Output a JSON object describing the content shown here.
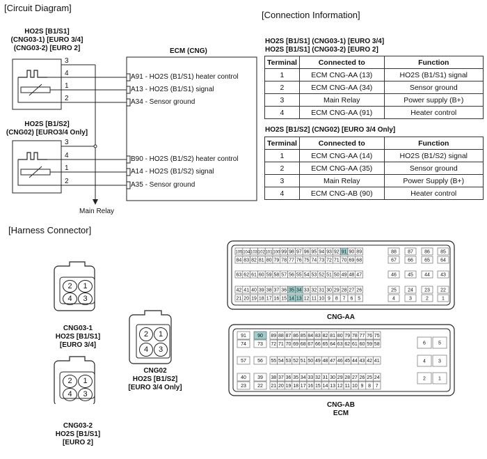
{
  "sections": {
    "circuit": "[Circuit Diagram]",
    "connection": "[Connection Information]",
    "harness": "[Harness Connector]"
  },
  "circuit": {
    "sensor1_label": [
      "HO2S [B1/S1]",
      "(CNG03-1) [EURO 3/4]",
      "(CNG03-2) [EURO 2]"
    ],
    "sensor2_label": [
      "HO2S [B1/S2]",
      "(CNG02) [EURO3/4 Only]"
    ],
    "ecm_title": "ECM (CNG)",
    "sensor1_pins": [
      "3",
      "4",
      "1",
      "2"
    ],
    "sensor2_pins": [
      "3",
      "4",
      "1",
      "2"
    ],
    "ecm_pins_s1": [
      {
        "pin": "A91",
        "desc": " - HO2S (B1/S1) heater control"
      },
      {
        "pin": "A13",
        "desc": " - HO2S (B1/S1) signal"
      },
      {
        "pin": "A34",
        "desc": " - Sensor ground"
      }
    ],
    "ecm_pins_s2": [
      {
        "pin": "B90",
        "desc": " - HO2S (B1/S2) heater control"
      },
      {
        "pin": "A14",
        "desc": " - HO2S (B1/S2) signal"
      },
      {
        "pin": "A35",
        "desc": " - Sensor ground"
      }
    ],
    "main_relay": "Main Relay"
  },
  "connection": {
    "table1": {
      "title": [
        "HO2S [B1/S1] (CNG03-1) [EURO 3/4]",
        "HO2S [B1/S1] (CNG03-2) [EURO 2]"
      ],
      "headers": [
        "Terminal",
        "Connected to",
        "Function"
      ],
      "rows": [
        [
          "1",
          "ECM CNG-AA (13)",
          "HO2S (B1/S1) signal"
        ],
        [
          "2",
          "ECM CNG-AA (34)",
          "Sensor ground"
        ],
        [
          "3",
          "Main Relay",
          "Power supply (B+)"
        ],
        [
          "4",
          "ECM CNG-AA (91)",
          "Heater control"
        ]
      ]
    },
    "table2": {
      "title": "HO2S [B1/S2] (CNG02) [EURO 3/4 Only]",
      "headers": [
        "Terminal",
        "Connected to",
        "Function"
      ],
      "rows": [
        [
          "1",
          "ECM CNG-AA (14)",
          "HO2S (B1/S2) signal"
        ],
        [
          "2",
          "ECM CNG-AA (35)",
          "Sensor ground"
        ],
        [
          "3",
          "Main Relay",
          "Power Supply (B+)"
        ],
        [
          "4",
          "ECM CNG-AB (90)",
          "Heater control"
        ]
      ]
    }
  },
  "harness": {
    "cng031": {
      "pins": [
        "2",
        "1",
        "4",
        "3"
      ],
      "label": [
        "CNG03-1",
        "HO2S [B1/S1]",
        "[EURO 3/4]"
      ]
    },
    "cng032": {
      "pins": [
        "2",
        "1",
        "4",
        "3"
      ],
      "label": [
        "CNG03-2",
        "HO2S [B1/S1]",
        "[EURO 2]"
      ]
    },
    "cng02": {
      "pins": [
        "2",
        "1",
        "4",
        "3"
      ],
      "label": [
        "CNG02",
        "HO2S [B1/S2]",
        "[EURO 3/4 Only]"
      ]
    },
    "aa_label": "CNG-AA",
    "ab_label": [
      "CNG-AB",
      "ECM"
    ],
    "highlight_color": "#9ecfcf",
    "aa_rows": [
      [
        "105",
        "104",
        "103",
        "102",
        "101",
        "100",
        "99",
        "98",
        "97",
        "96",
        "95",
        "94",
        "93",
        "92",
        "91",
        "90",
        "89"
      ],
      [
        "84",
        "83",
        "82",
        "81",
        "80",
        "79",
        "78",
        "77",
        "76",
        "75",
        "74",
        "73",
        "72",
        "71",
        "70",
        "69",
        "68"
      ],
      [
        "63",
        "62",
        "61",
        "60",
        "59",
        "58",
        "57",
        "56",
        "55",
        "54",
        "53",
        "52",
        "51",
        "50",
        "49",
        "48",
        "47"
      ],
      [
        "42",
        "41",
        "40",
        "39",
        "38",
        "37",
        "36",
        "35",
        "34",
        "33",
        "32",
        "31",
        "30",
        "29",
        "28",
        "27",
        "26"
      ],
      [
        "21",
        "20",
        "19",
        "18",
        "17",
        "16",
        "15",
        "14",
        "13",
        "12",
        "11",
        "10",
        "9",
        "8",
        "7",
        "6",
        "5"
      ]
    ],
    "aa_side": [
      [
        "88",
        "87",
        "86",
        "85"
      ],
      [
        "67",
        "66",
        "65",
        "64"
      ],
      [
        "46",
        "45",
        "44",
        "43"
      ],
      [
        "25",
        "24",
        "23",
        "22"
      ],
      [
        "4",
        "3",
        "2",
        "1"
      ]
    ],
    "aa_highlight": [
      "91",
      "35",
      "34",
      "14",
      "13"
    ],
    "ab_top_rows": [
      [
        "91",
        "90",
        "89",
        "88",
        "87",
        "86",
        "85",
        "84",
        "83",
        "82",
        "81",
        "80",
        "79",
        "78",
        "77",
        "76",
        "75"
      ],
      [
        "74",
        "73",
        "72",
        "71",
        "70",
        "69",
        "68",
        "67",
        "66",
        "65",
        "64",
        "63",
        "62",
        "61",
        "60",
        "59",
        "58"
      ]
    ],
    "ab_mid": [
      "57",
      "56",
      "55",
      "54",
      "53",
      "52",
      "51",
      "50",
      "49",
      "48",
      "47",
      "46",
      "45",
      "44",
      "43",
      "42",
      "41"
    ],
    "ab_bot_rows": [
      [
        "40",
        "39",
        "38",
        "37",
        "36",
        "35",
        "34",
        "33",
        "32",
        "31",
        "30",
        "29",
        "28",
        "27",
        "26",
        "25",
        "24"
      ],
      [
        "23",
        "22",
        "21",
        "20",
        "19",
        "18",
        "17",
        "16",
        "15",
        "14",
        "13",
        "12",
        "11",
        "10",
        "9",
        "8",
        "7"
      ]
    ],
    "ab_side": [
      [
        "6",
        "5"
      ],
      [
        "4",
        "3"
      ],
      [
        "2",
        "1"
      ]
    ],
    "ab_highlight": [
      "90"
    ]
  }
}
